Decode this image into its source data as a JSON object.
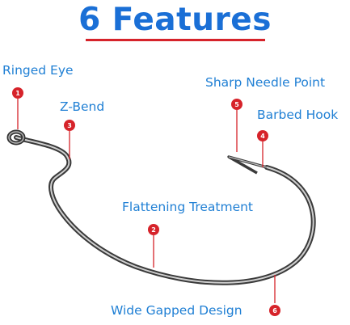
{
  "title": "6 Features",
  "features": [
    {
      "number": "1",
      "label": "Ringed Eye"
    },
    {
      "number": "2",
      "label": "Flattening Treatment"
    },
    {
      "number": "3",
      "label": "Z-Bend"
    },
    {
      "number": "4",
      "label": "Barbed Hook"
    },
    {
      "number": "5",
      "label": "Sharp Needle Point"
    },
    {
      "number": "6",
      "label": "Wide Gapped Design"
    }
  ],
  "colors": {
    "title": "#1a6fd6",
    "accent": "#d6232a",
    "label": "#1f7fd4",
    "hook": "#4a4a4a"
  }
}
